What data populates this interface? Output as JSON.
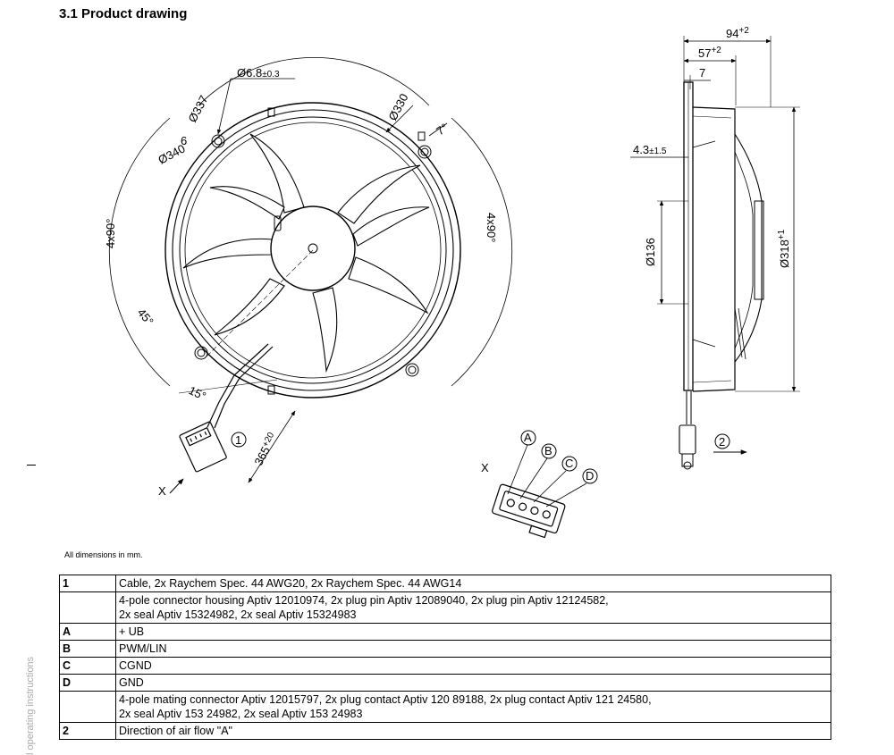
{
  "title": "3.1 Product drawing",
  "note": "All dimensions in mm.",
  "side_text": "l operating instructions",
  "front_view": {
    "dia_hole": "Ø6.8",
    "dia_hole_tol": "±0.3",
    "dia_337": "Ø337",
    "dia_330": "Ø330",
    "dia_340": "Ø340",
    "six": "6",
    "angle_7": "7°",
    "four_x90_left": "4x90°",
    "four_x90_right": "4x90°",
    "angle_45": "45°",
    "angle_15": "15°",
    "cable_len": "365",
    "cable_tol": "+20",
    "callout_1": "1",
    "view_x": "X"
  },
  "side_view": {
    "dim_94": "94",
    "dim_94_tol": "+2",
    "dim_57": "57",
    "dim_57_tol": "+2",
    "dim_7": "7",
    "dim_43": "4.3",
    "dim_43_tol": "±1.5",
    "dia_136": "Ø136",
    "dia_318": "Ø318",
    "dia_318_tol": "+1",
    "callout_2": "2"
  },
  "connector_view": {
    "label_x": "X",
    "pins": [
      "A",
      "B",
      "C",
      "D"
    ]
  },
  "table_rows": [
    {
      "key": "1",
      "lines": [
        "Cable, 2x Raychem Spec. 44 AWG20, 2x Raychem Spec. 44 AWG14"
      ]
    },
    {
      "key": "",
      "lines": [
        "4-pole connector housing Aptiv 12010974, 2x plug pin Aptiv 12089040, 2x plug pin Aptiv 12124582,",
        "2x seal Aptiv 15324982, 2x seal Aptiv 15324983"
      ]
    },
    {
      "key": "A",
      "lines": [
        "+ UB"
      ]
    },
    {
      "key": "B",
      "lines": [
        "PWM/LIN"
      ]
    },
    {
      "key": "C",
      "lines": [
        "CGND"
      ]
    },
    {
      "key": "D",
      "lines": [
        "GND"
      ]
    },
    {
      "key": "",
      "lines": [
        "4-pole mating connector Aptiv 12015797, 2x plug contact Aptiv 120 89188, 2x plug contact Aptiv 121 24580,",
        "2x seal Aptiv 153 24982, 2x seal Aptiv 153 24983"
      ]
    },
    {
      "key": "2",
      "lines": [
        "Direction of air flow \"A\""
      ]
    }
  ]
}
